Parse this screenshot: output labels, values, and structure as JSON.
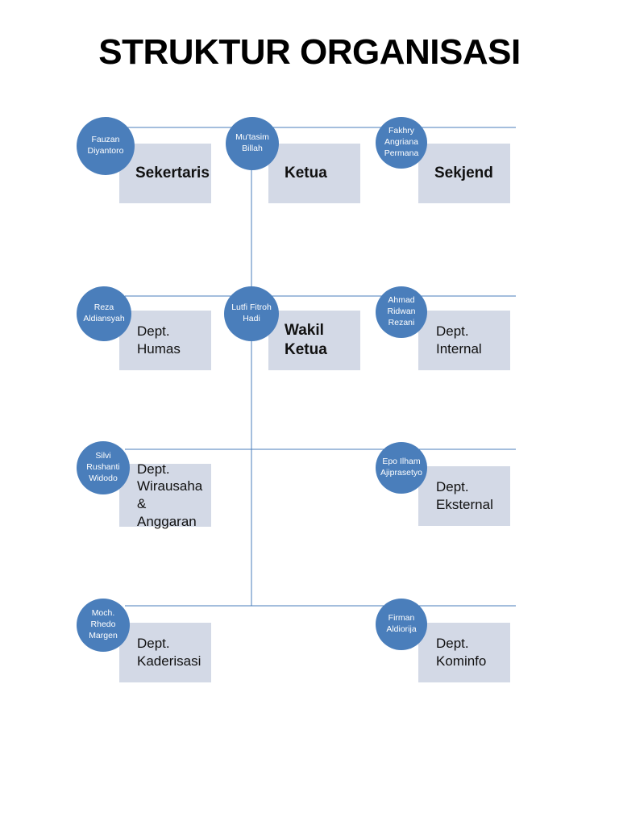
{
  "title": "STRUKTUR ORGANISASI",
  "theme": {
    "circle_color": "#4A7EBB",
    "box_color": "#D3D9E6",
    "connector_color": "#4A7EBB",
    "title_color": "#000000",
    "background": "#FFFFFF"
  },
  "nodes": [
    {
      "id": "sekertaris",
      "person": "Fauzan\nDiyantoro",
      "role": "Sekertaris",
      "emphasis": "lead",
      "row": 1,
      "column": "left"
    },
    {
      "id": "ketua",
      "person": "Mu'tasim\nBillah",
      "role": "Ketua",
      "emphasis": "lead",
      "row": 1,
      "column": "center"
    },
    {
      "id": "sekjend",
      "person": "Fakhry\nAngriana\nPermana",
      "role": "Sekjend",
      "emphasis": "lead",
      "row": 1,
      "column": "right"
    },
    {
      "id": "dept-humas",
      "person": "Reza\nAldiansyah",
      "role": "Dept.\nHumas",
      "emphasis": "normal",
      "row": 2,
      "column": "left"
    },
    {
      "id": "wakil-ketua",
      "person": "Lutfi Fitroh\nHadi",
      "role": "Wakil\nKetua",
      "emphasis": "lead",
      "row": 2,
      "column": "center"
    },
    {
      "id": "dept-internal",
      "person": "Ahmad\nRidwan\nRezani",
      "role": "Dept.\nInternal",
      "emphasis": "normal",
      "row": 2,
      "column": "right"
    },
    {
      "id": "dept-wirausaha-anggaran",
      "person": "Silvi\nRushanti\nWidodo",
      "role": "Dept.\nWirausaha\n& Anggaran",
      "emphasis": "normal",
      "row": 3,
      "column": "left"
    },
    {
      "id": "dept-eksternal",
      "person": "Epo Ilham\nAjiprasetyo",
      "role": "Dept.\nEksternal",
      "emphasis": "normal",
      "row": 3,
      "column": "right"
    },
    {
      "id": "dept-kaderisasi",
      "person": "Moch.\nRhedo\nMargen",
      "role": "Dept.\nKaderisasi",
      "emphasis": "normal",
      "row": 4,
      "column": "left"
    },
    {
      "id": "dept-kominfo",
      "person": "Firman\nAldiorija",
      "role": "Dept.\nKominfo",
      "emphasis": "normal",
      "row": 4,
      "column": "right"
    }
  ]
}
